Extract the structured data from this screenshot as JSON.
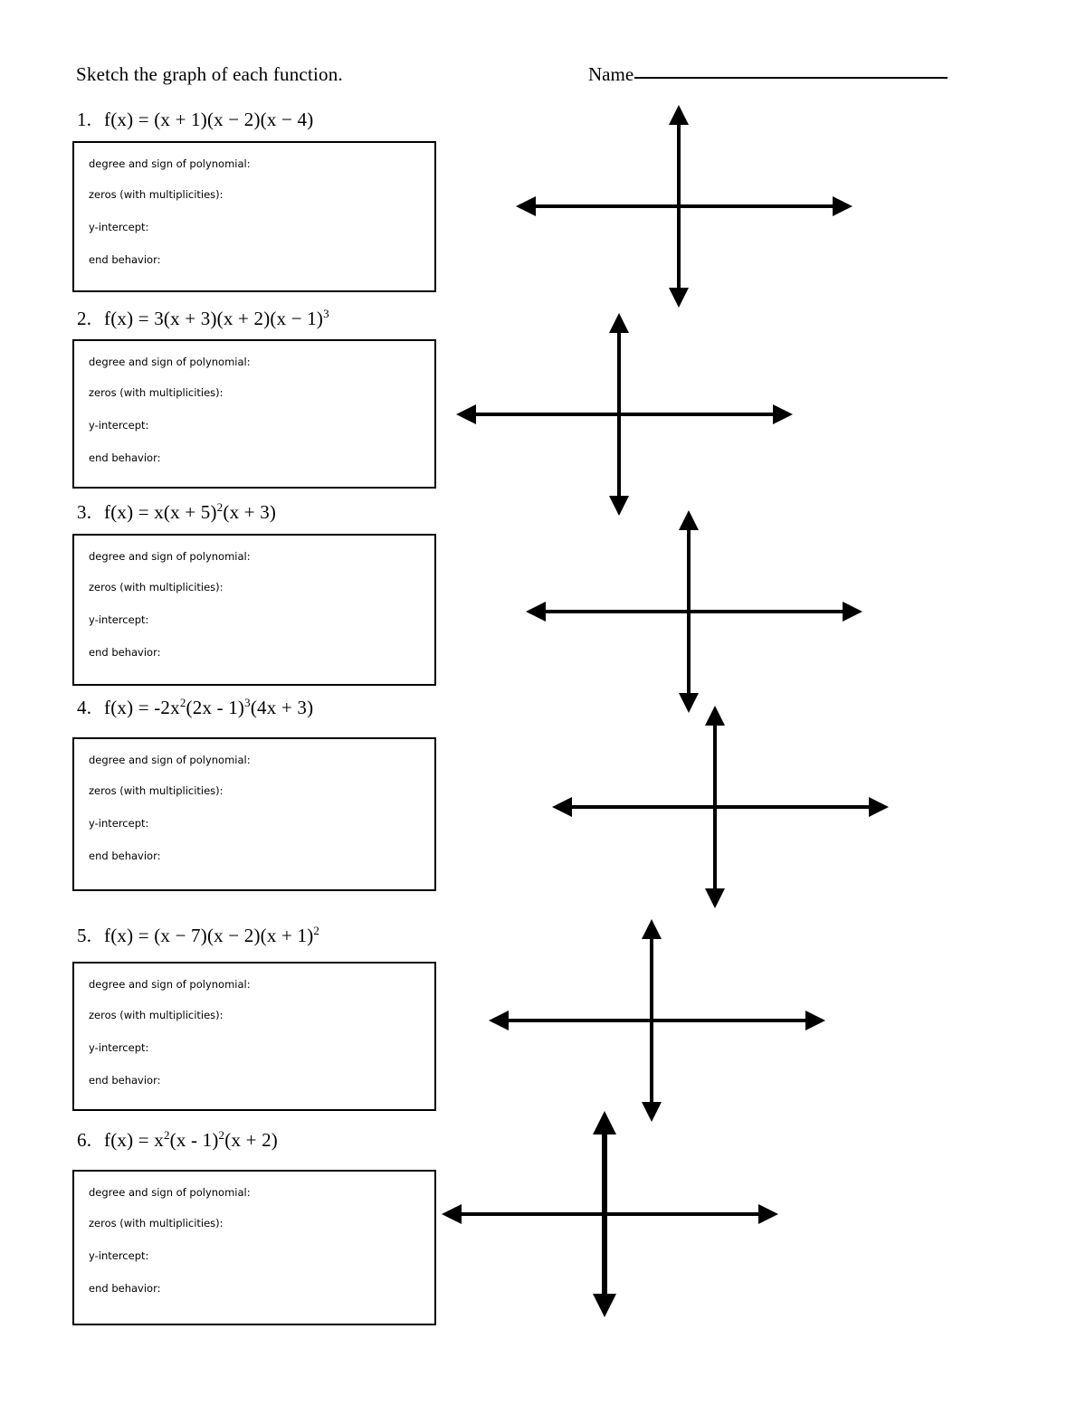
{
  "header": {
    "title": "Sketch the graph of each function.",
    "name_label": "Name",
    "name_blank": "______________________"
  },
  "box_prompts": [
    "degree and sign of polynomial:",
    "zeros (with multiplicities):",
    "y-intercept:",
    "end behavior:"
  ],
  "problems": [
    {
      "number": "1.",
      "prefix": "f(x) = (x + 1)(x − 2)(x − 4)",
      "expression": "f(x) = (x + 1)(x − 2)(x − 4)"
    },
    {
      "number": "2.",
      "prefix": "f(x) = 3(x + 3)(x + 2)(x − 1)",
      "exponent": "3",
      "expression": "f(x) = 3(x + 3)(x + 2)(x − 1)^3"
    },
    {
      "number": "3.",
      "part_a": "f(x) = x(x + 5)",
      "exp_a": "2",
      "part_b": "(x + 3)",
      "expression": "f(x) = x(x + 5)^2(x + 3)"
    },
    {
      "number": "4.",
      "part_a": "f(x) = -2x",
      "exp_a": "2",
      "part_b": "(2x - 1)",
      "exp_b": "3",
      "part_c": "(4x + 3)",
      "expression": "f(x) = -2x^2(2x - 1)^3(4x + 3)"
    },
    {
      "number": "5.",
      "prefix": "f(x) = (x − 7)(x − 2)(x + 1)",
      "exponent": "2",
      "expression": "f(x) = (x − 7)(x − 2)(x + 1)^2"
    },
    {
      "number": "6.",
      "part_a": "f(x) = x",
      "exp_a": "2",
      "part_b": "(x - 1)",
      "exp_b": "2",
      "part_c": "(x + 2)",
      "expression": "f(x) = x^2(x - 1)^2(x + 2)"
    }
  ],
  "colors": {
    "ink": "#000000",
    "paper": "#ffffff"
  }
}
